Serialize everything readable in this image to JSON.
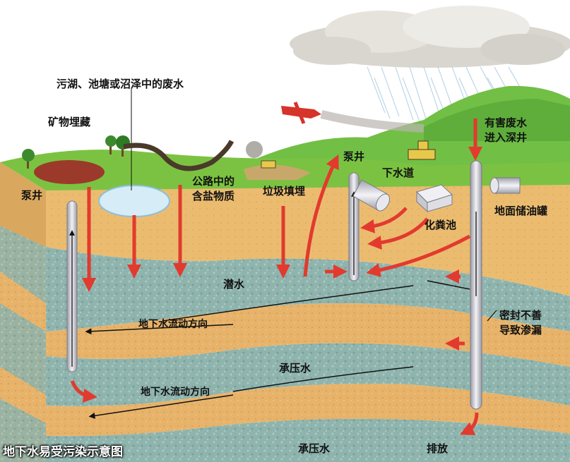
{
  "labels": {
    "waste_water": "污湖、池塘或沼泽中的废水",
    "mineral": "矿物埋藏",
    "pump_well_left": "泵井",
    "road_salt_line1": "公路中的",
    "road_salt_line2": "含盐物质",
    "landfill": "垃圾填埋",
    "pump_well_mid": "泵井",
    "sewer": "下水道",
    "hazard_line1": "有害废水",
    "hazard_line2": "进入深井",
    "septic": "化粪池",
    "oil_tank": "地面储油罐",
    "phreatic": "潜水",
    "flow_dir_1": "地下水流动方向",
    "seal_line1": "密封不善",
    "seal_line2": "导致渗漏",
    "confined_1": "承压水",
    "flow_dir_2": "地下水流动方向",
    "confined_2": "承压水",
    "discharge": "排放"
  },
  "caption": "地下水易受污染示意图",
  "colors": {
    "sky": "#ffffff",
    "grass": "#7cc242",
    "hill": "#6fbf4a",
    "soil": "#e8b868",
    "aquifer": "#8fb7b0",
    "clay": "#e0a45a",
    "arrow": "#e23a2e",
    "pipe": "#cfcfd6"
  }
}
